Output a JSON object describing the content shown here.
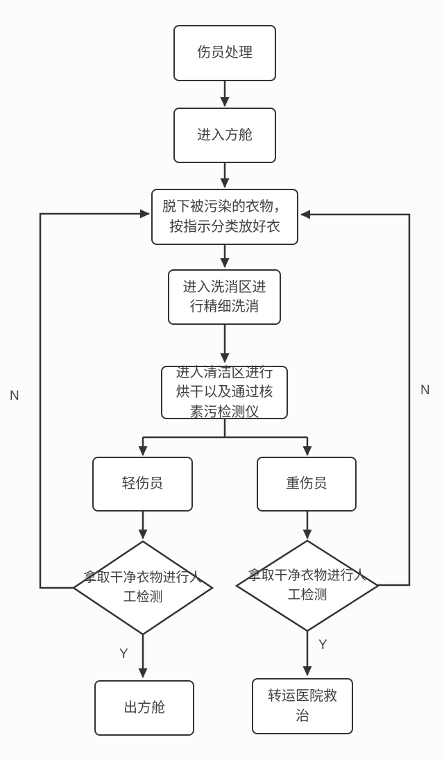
{
  "diagram": {
    "title": "casualty decontamination flowchart",
    "colors": {
      "background": "#fcfcfc",
      "stroke": "#333333",
      "node_fill": "#ffffff",
      "text": "#404040"
    },
    "nodes": {
      "casualty": {
        "label": "伤员处理"
      },
      "enter_cabin": {
        "label": "进入方舱"
      },
      "remove_clothes": {
        "label": "脱下被污染的衣物，\n按指示分类放好衣"
      },
      "wash_area": {
        "label": "进入洗消区进\n行精细洗消"
      },
      "clean_area": {
        "label": "进人清洁区进行\n烘干以及通过核\n素污检测仪"
      },
      "light_injury": {
        "label": "轻伤员"
      },
      "severe_injury": {
        "label": "重伤员"
      },
      "manual_check_left": {
        "label": "拿取干净衣物进行人\n工检测"
      },
      "manual_check_right": {
        "label": "拿取干净衣物进行人\n工检测"
      },
      "exit_cabin": {
        "label": "出方舱"
      },
      "hospital": {
        "label": "转运医院救\n治"
      }
    },
    "edge_labels": {
      "left_no": "N",
      "right_no": "N",
      "left_yes": "Y",
      "right_yes": "Y"
    }
  }
}
